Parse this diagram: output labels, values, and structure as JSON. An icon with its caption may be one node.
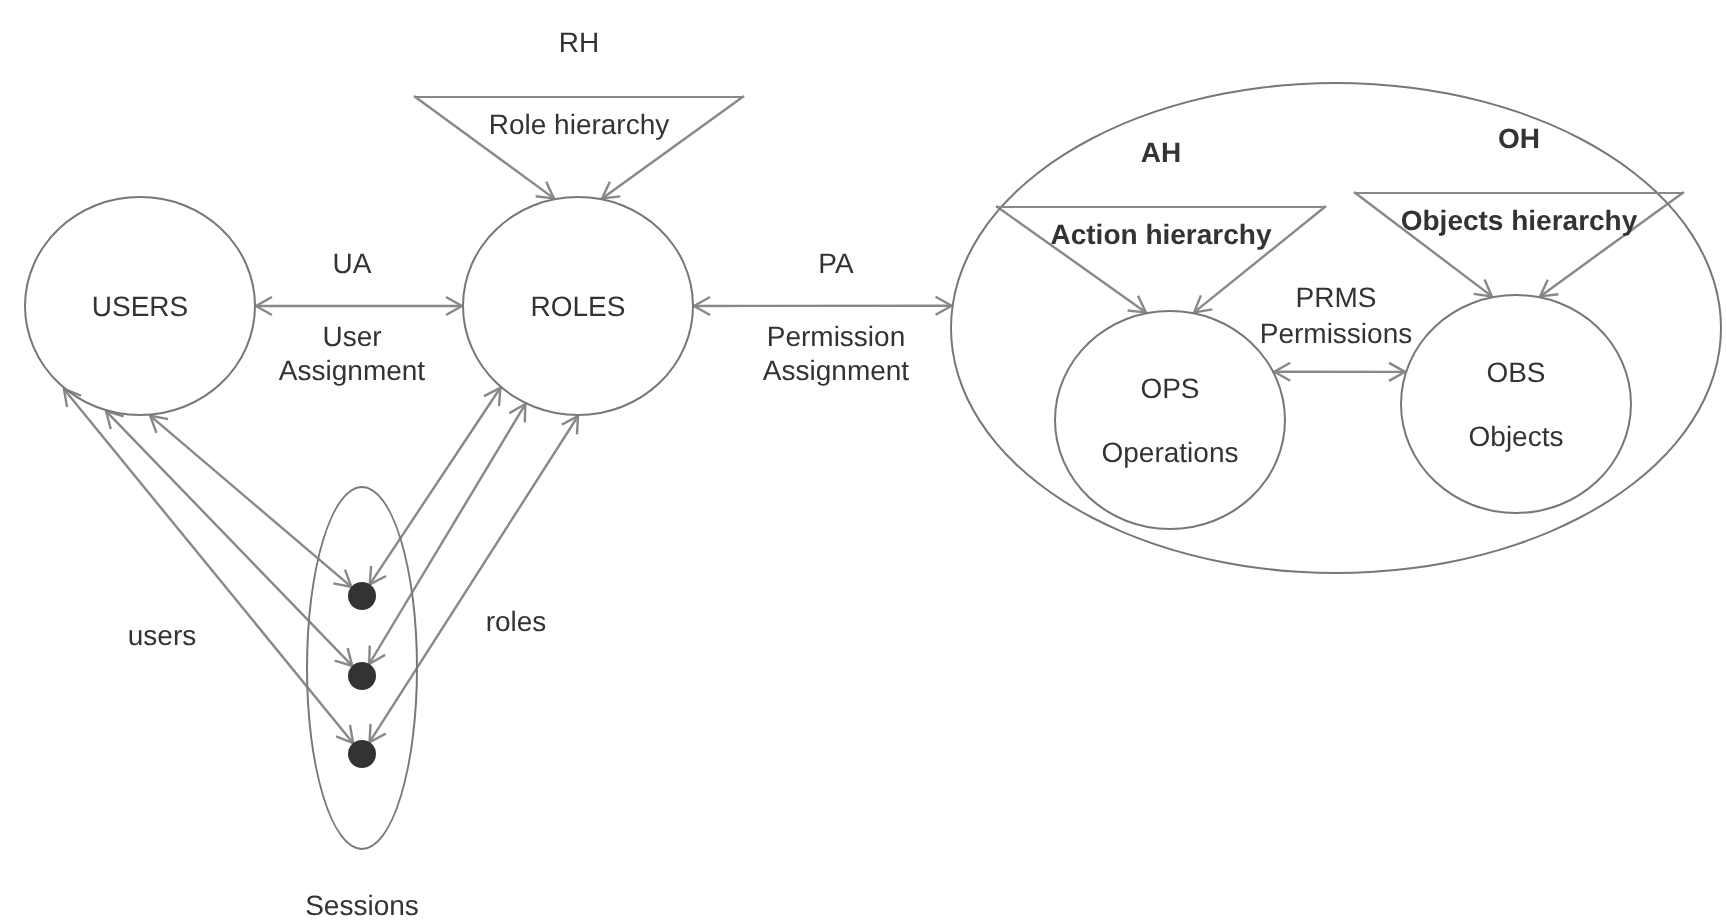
{
  "diagram": {
    "nodes": [
      {
        "text": [
          "USERS"
        ]
      },
      {
        "text": [
          "ROLES"
        ]
      },
      {
        "text": [
          "RH",
          "Role hierarchy"
        ]
      },
      {
        "text": [],
        "shape": "ellipse",
        "beside": [
          "Sessions"
        ]
      },
      {
        "text": [],
        "shape": "circle",
        "in": 3
      },
      {
        "text": [],
        "shape": "circle",
        "in": 3
      },
      {
        "text": [],
        "shape": "circle",
        "in": 3
      },
      {
        "text": [],
        "shape": "ellipse"
      },
      {
        "text": [
          "AH",
          "Action hierarchy"
        ],
        "in": 7
      },
      {
        "text": [
          "OPS",
          "Operations"
        ],
        "in": 7
      },
      {
        "text": [
          "OH",
          "Objects hierarchy"
        ],
        "in": 7
      },
      {
        "text": [
          "OBS",
          "Objects"
        ],
        "in": 7
      }
    ],
    "edges": [
      {
        "from": 0,
        "to": 1,
        "arrow": "both",
        "label": "UA"
      },
      {
        "from": 1,
        "to": 7,
        "arrow": "both",
        "label": "PA"
      },
      {
        "from": 2,
        "to": 1,
        "arrow": "to"
      },
      {
        "from": 2,
        "to": 1,
        "arrow": "to"
      },
      {
        "from": 8,
        "to": 9,
        "arrow": "to"
      },
      {
        "from": 8,
        "to": 9,
        "arrow": "to"
      },
      {
        "from": 10,
        "to": 11,
        "arrow": "to"
      },
      {
        "from": 10,
        "to": 11,
        "arrow": "to"
      },
      {
        "from": 9,
        "to": 11,
        "arrow": "both",
        "label": "Permissions"
      },
      {
        "from": 0,
        "to": 4,
        "arrow": "both"
      },
      {
        "from": 0,
        "to": 5,
        "arrow": "both"
      },
      {
        "from": 0,
        "to": 6,
        "arrow": "both"
      },
      {
        "from": 1,
        "to": 4,
        "arrow": "both"
      },
      {
        "from": 1,
        "to": 5,
        "arrow": "both"
      },
      {
        "from": 1,
        "to": 6,
        "arrow": "both"
      }
    ],
    "labels": [
      "User Assignment",
      "Permission Assignment",
      "PRMS",
      "users",
      "roles"
    ]
  }
}
